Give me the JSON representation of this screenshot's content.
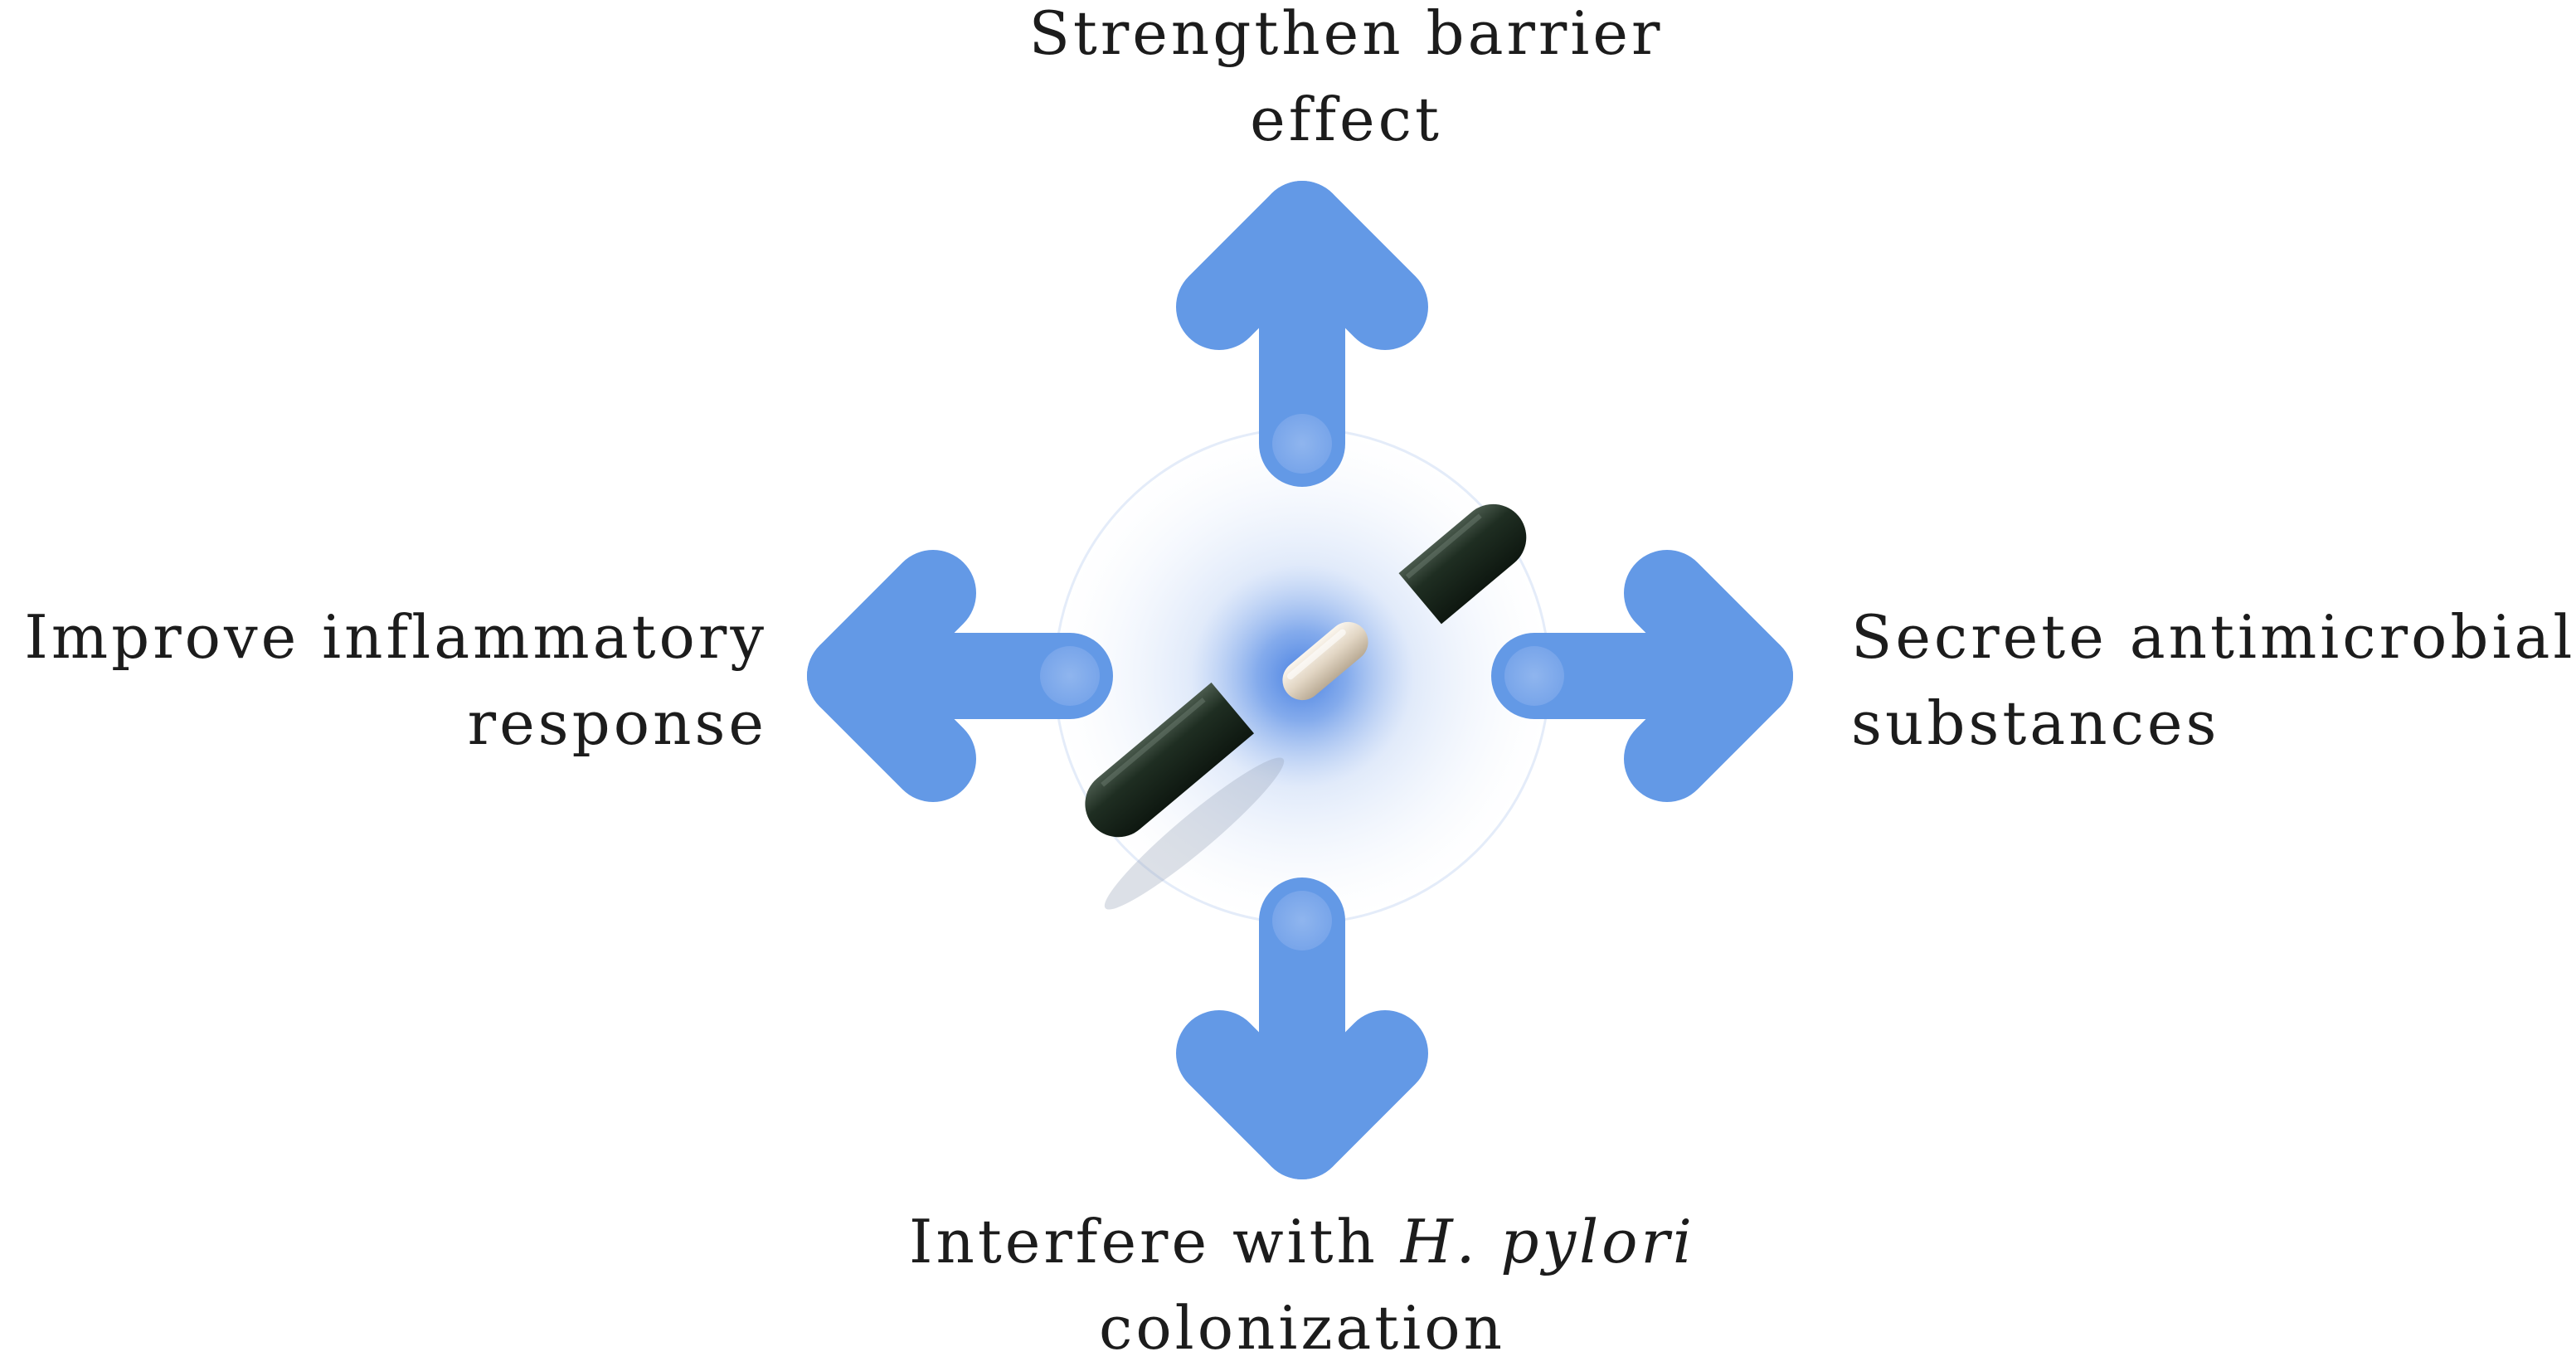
{
  "labels": {
    "top": {
      "line1": "Strengthen barrier",
      "line2": "effect"
    },
    "left": {
      "line1": "Improve inflammatory",
      "line2": "response"
    },
    "right": {
      "line1": "Secrete antimicrobial",
      "line2": "substances"
    },
    "bottom": {
      "line1_pre": "Interfere with ",
      "line1_italic": "H. pylori",
      "line2": "colonization"
    }
  },
  "colors": {
    "arrow": "#6399e6",
    "glow": "#4f86e4",
    "capsule_dark": "#1c2a1f",
    "capsule_light": "#e3d8c8",
    "text": "#1c1c1c"
  },
  "icons": [
    "arrow-up-icon",
    "arrow-down-icon",
    "arrow-left-icon",
    "arrow-right-icon",
    "capsule-icon"
  ]
}
